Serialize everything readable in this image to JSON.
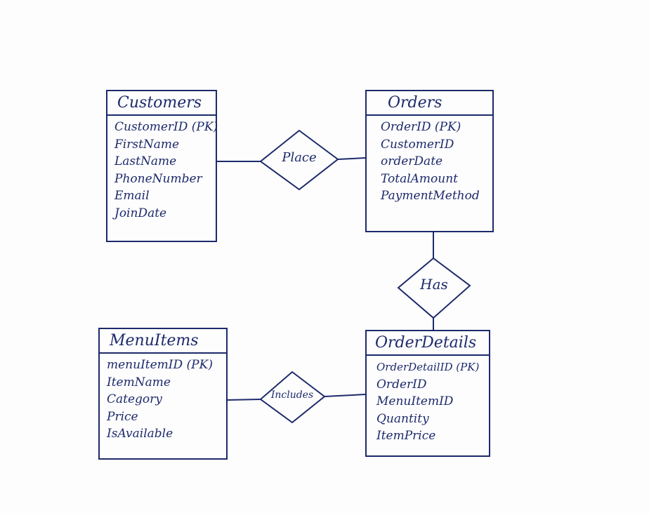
{
  "entities": {
    "customers": {
      "title": "Customers",
      "attributes": [
        "CustomerID (PK)",
        "FirstName",
        "LastName",
        "PhoneNumber",
        "Email",
        "JoinDate"
      ]
    },
    "orders": {
      "title": "Orders",
      "attributes": [
        "OrderID (PK)",
        "CustomerID",
        "orderDate",
        "TotalAmount",
        "PaymentMethod"
      ]
    },
    "menu_items": {
      "title": "MenuItems",
      "attributes": [
        "menuItemID (PK)",
        "ItemName",
        "Category",
        "Price",
        "IsAvailable"
      ]
    },
    "order_details": {
      "title": "OrderDetails",
      "attributes": [
        "OrderDetailID (PK)",
        "OrderID",
        "MenuItemID",
        "Quantity",
        "ItemPrice"
      ]
    }
  },
  "relationships": {
    "place": "Place",
    "has": "Has",
    "includes": "Includes"
  },
  "colors": {
    "ink": "#1d2a6b",
    "paper": "#fdfdfd"
  }
}
